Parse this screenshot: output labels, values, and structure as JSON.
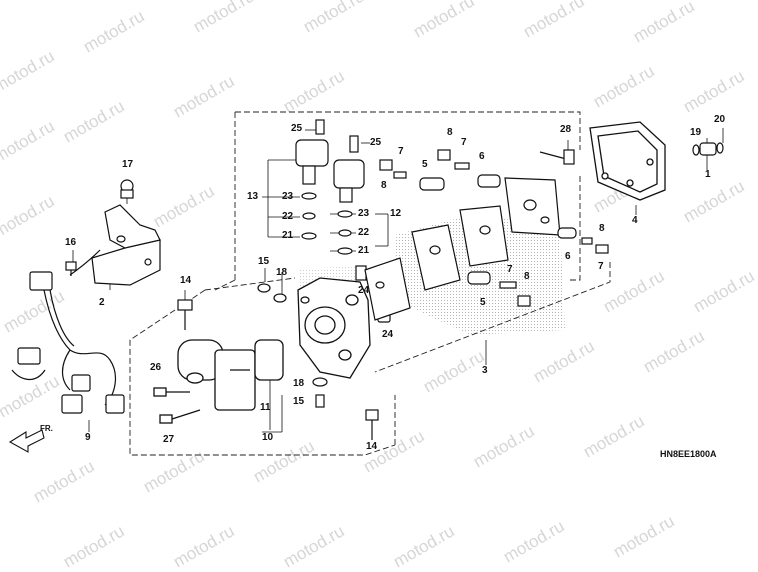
{
  "watermark": {
    "text": "motod.ru"
  },
  "diagram": {
    "code": "HN8EE1800A",
    "direction_label": "FR.",
    "callouts": {
      "c1": "1",
      "c2": "2",
      "c3": "3",
      "c4": "4",
      "c5a": "5",
      "c5b": "5",
      "c6a": "6",
      "c6b": "6",
      "c7a": "7",
      "c7b": "7",
      "c7c": "7",
      "c7d": "7",
      "c8a": "8",
      "c8b": "8",
      "c8c": "8",
      "c8d": "8",
      "c9": "9",
      "c10": "10",
      "c11": "11",
      "c12": "12",
      "c13": "13",
      "c14a": "14",
      "c14b": "14",
      "c15a": "15",
      "c15b": "15",
      "c16": "16",
      "c17": "17",
      "c18a": "18",
      "c18b": "18",
      "c19": "19",
      "c20": "20",
      "c21a": "21",
      "c21b": "21",
      "c22a": "22",
      "c22b": "22",
      "c23a": "23",
      "c23b": "23",
      "c24a": "24",
      "c24b": "24",
      "c25a": "25",
      "c25b": "25",
      "c26": "26",
      "c27": "27",
      "c28": "28"
    }
  }
}
